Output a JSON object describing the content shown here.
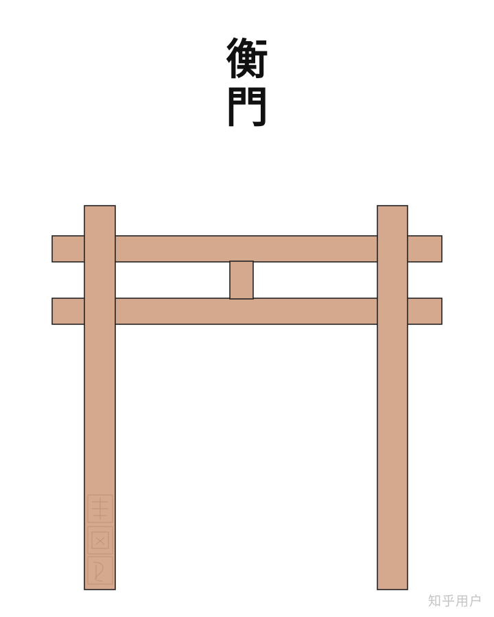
{
  "title": {
    "char_1": "衡",
    "char_2": "門"
  },
  "watermark": "知乎用户",
  "seal_text": "",
  "colors": {
    "wood": "#d4a98d",
    "outline": "#222222",
    "title": "#111111",
    "watermark": "#c4c4c4",
    "background": "#ffffff"
  }
}
